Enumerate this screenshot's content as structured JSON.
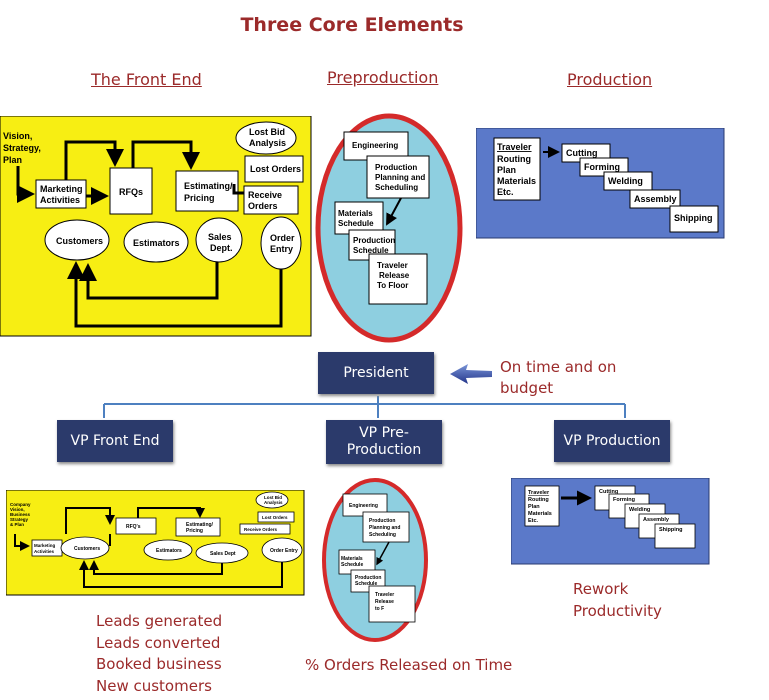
{
  "title": "Three Core Elements",
  "sections": {
    "front_end": "The Front End",
    "preproduction": "Preproduction",
    "production": "Production"
  },
  "front_end_big": {
    "vision": [
      "Vision,",
      "Strategy,",
      "Plan"
    ],
    "marketing": [
      "Marketing",
      "Activities"
    ],
    "rfqs": "RFQs",
    "estimating": [
      "Estimating/",
      "Pricing"
    ],
    "lost_bid": [
      "Lost Bid",
      "Analysis"
    ],
    "lost_orders": "Lost Orders",
    "receive_orders": [
      "Receive",
      "Orders"
    ],
    "customers": "Customers",
    "estimators": "Estimators",
    "sales": [
      "Sales",
      "Dept."
    ],
    "order_entry": [
      "Order",
      "Entry"
    ]
  },
  "preproduction_big": {
    "engineering": "Engineering",
    "ppas": [
      "Production",
      "Planning and",
      "Scheduling"
    ],
    "materials": [
      "Materials",
      "Schedule"
    ],
    "prod_sched": [
      "Production",
      "Schedule"
    ],
    "traveler": [
      "Traveler",
      "Release",
      "To Floor"
    ]
  },
  "production_big": {
    "traveler_title": "Traveler",
    "traveler_items": [
      "Routing",
      "Plan",
      "Materials",
      "Etc."
    ],
    "steps": [
      "Cutting",
      "Forming",
      "Welding",
      "Assembly",
      "Shipping"
    ]
  },
  "org": {
    "president": "President",
    "president_note": [
      "On time and on",
      "budget"
    ],
    "vp_front": "VP Front End",
    "vp_pre": [
      "VP Pre-",
      "Production"
    ],
    "vp_prod": "VP Production"
  },
  "front_end_small": {
    "vision": [
      "Company",
      "Vision,",
      "Business",
      "Strategy",
      "& Plan"
    ],
    "marketing": [
      "Marketing",
      "Activities"
    ],
    "rfqs": "RFQ's",
    "estimating": [
      "Estimating/",
      "Pricing"
    ],
    "lost_bid": [
      "Lost Bid",
      "Analysis"
    ],
    "lost_orders": "Lost Orders",
    "receive_orders": "Receive Orders",
    "customers": "Customers",
    "estimators": "Estimators",
    "sales": "Sales Dept",
    "order_entry": "Order Entry"
  },
  "preproduction_small": {
    "engineering": "Engineering",
    "ppas": [
      "Production",
      "Planning and",
      "Scheduling"
    ],
    "materials": [
      "Materials",
      "Schedule"
    ],
    "prod_sched": [
      "Production",
      "Schedule"
    ],
    "traveler": [
      "Traveler",
      "Release",
      "to F"
    ]
  },
  "production_small": {
    "traveler_title": "Traveler",
    "traveler_items": [
      "Routing",
      "Plan",
      "Materials",
      "Etc."
    ],
    "steps": [
      "Cutting",
      "Forming",
      "Welding",
      "Assembly",
      "Shipping"
    ]
  },
  "metrics": {
    "front_end": [
      "Leads generated",
      "Leads converted",
      "Booked business",
      "New customers"
    ],
    "preproduction": "% Orders Released on Time",
    "production": [
      "Rework",
      "Productivity"
    ]
  },
  "colors": {
    "accent_red": "#9b2a2a",
    "front_yellow": "#f7ee13",
    "pre_blue": "#8ecfe0",
    "pre_ring": "#d42a2a",
    "prod_blue": "#5b79c9",
    "navy": "#2b3a6b",
    "line_blue": "#4d80c0"
  },
  "icons": [
    "left-arrow-icon"
  ]
}
